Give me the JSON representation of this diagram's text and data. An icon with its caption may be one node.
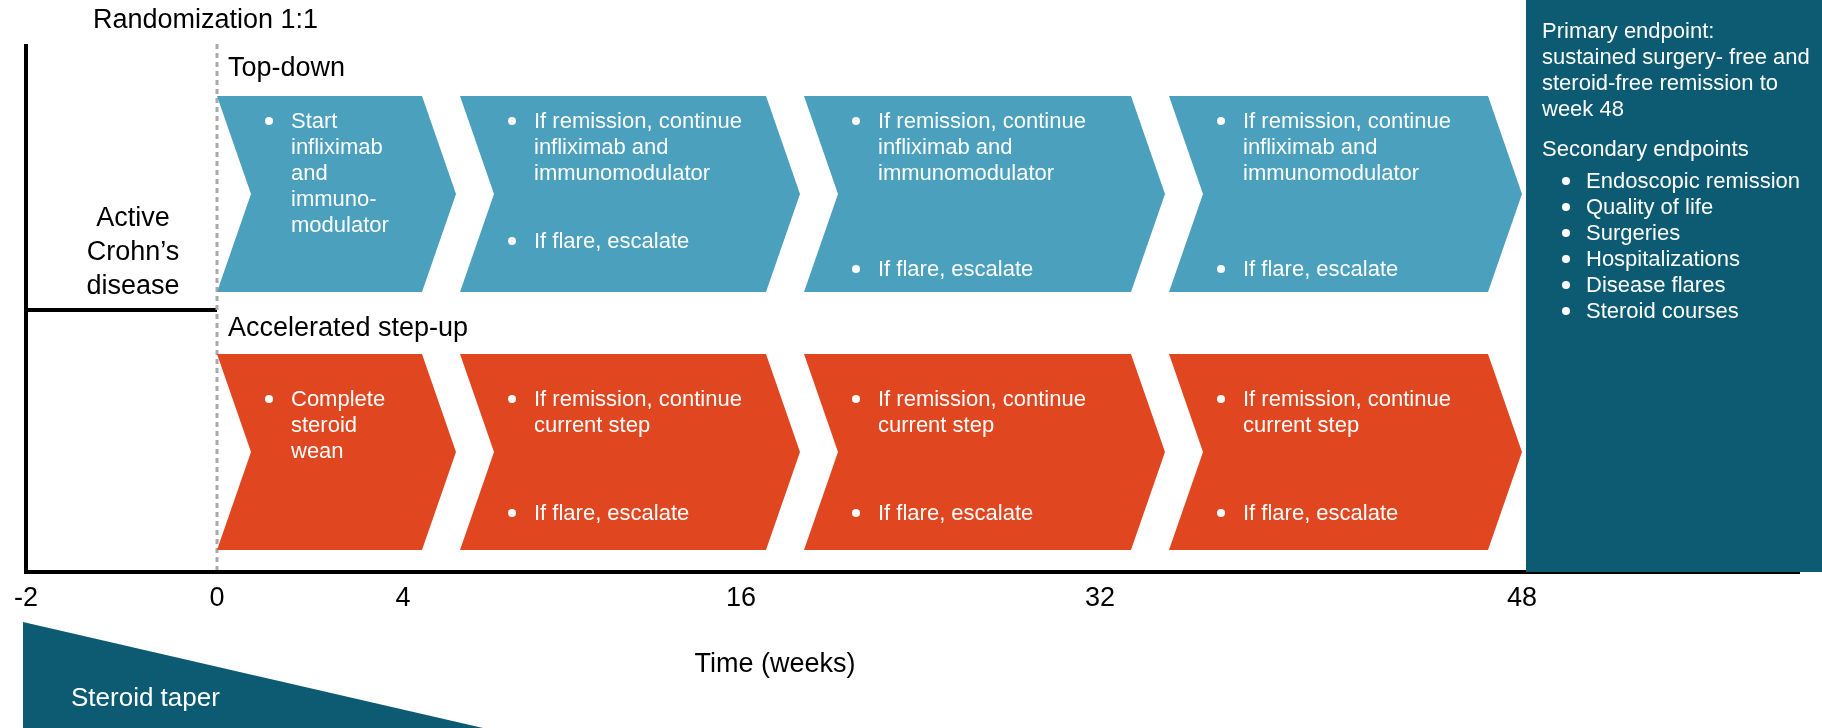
{
  "diagram": {
    "nodes": [
      {
        "text": [
          "Start infliximab and immuno- modulator"
        ]
      },
      {
        "text": [
          "If remission, continue infliximab and immunomodulator",
          "If flare, escalate"
        ]
      },
      {
        "text": [
          "If remission, continue infliximab and immunomodulator",
          "If flare, escalate"
        ]
      },
      {
        "text": [
          "If remission, continue infliximab and immunomodulator",
          "If flare, escalate"
        ]
      },
      {
        "text": [
          "Complete steroid wean"
        ]
      },
      {
        "text": [
          "If remission, continue current step",
          "If flare, escalate"
        ]
      },
      {
        "text": [
          "If remission, continue current step",
          "If flare, escalate"
        ]
      },
      {
        "text": [
          "If remission, continue current step",
          "If flare, escalate"
        ]
      },
      {
        "text": [
          "Primary endpoint: sustained surgery- free and steroid-free remission to week 48",
          "Secondary endpoints",
          "Endoscopic remission",
          "Quality of life",
          "Surgeries",
          "Hospitalizations",
          "Disease flares",
          "Steroid courses"
        ]
      },
      {
        "text": [
          "Steroid taper"
        ]
      }
    ],
    "labels": [
      "Randomization 1:1",
      "Top-down",
      "Active Crohn’s disease",
      "Accelerated step-up",
      "-2",
      "0",
      "4",
      "16",
      "32",
      "48",
      "Time (weeks)"
    ]
  }
}
